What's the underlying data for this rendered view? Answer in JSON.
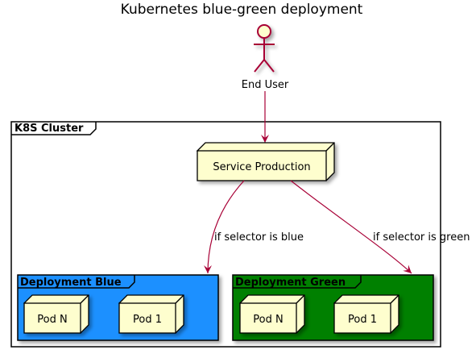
{
  "title": "Kubernetes blue-green deployment",
  "actor": {
    "label": "End User"
  },
  "cluster": {
    "label": "K8S Cluster"
  },
  "service": {
    "label": "Service Production"
  },
  "edges": {
    "blue": "if selector is blue",
    "green": "if selector is green"
  },
  "deployments": {
    "blue": {
      "label": "Deployment Blue",
      "color": "#1E90FF",
      "pods": [
        "Pod N",
        "Pod 1"
      ]
    },
    "green": {
      "label": "Deployment Green",
      "color": "#008000",
      "pods": [
        "Pod N",
        "Pod 1"
      ]
    }
  },
  "colors": {
    "node_fill": "#FEFECE",
    "arrow": "#A80036",
    "stroke": "#000000"
  }
}
